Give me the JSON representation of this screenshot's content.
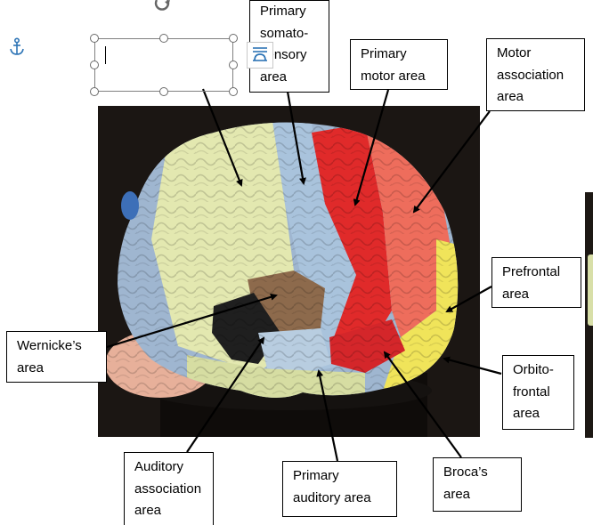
{
  "labels": {
    "somatosensory": "Primary\nsomato-\nsensory\narea",
    "motor": "Primary\nmotor area",
    "motor_assoc": "Motor\nassociation\narea",
    "prefrontal": "Prefrontal\narea",
    "orbitofrontal": "Orbito-\nfrontal\narea",
    "wernicke": "Wernicke’s\narea",
    "auditory_assoc": "Auditory\nassociation\narea",
    "auditory": "Primary\nauditory area",
    "broca": "Broca’s\narea"
  },
  "icons": {
    "anchor": "anchor-icon",
    "layout_options": "layout-options-icon",
    "rotate": "rotate-handle-icon"
  },
  "colors": {
    "somatosensory": "#e3e8b0",
    "motor": "#e02a2a",
    "motor_assoc": "#ee6d5c",
    "prefrontal": "#f0e45a",
    "wernicke": "#8d6a4c",
    "auditory_assoc": "#1e1e1e",
    "auditory": "#a9c3dc",
    "occipital": "#9fb6d0",
    "cerebellum": "#e9b29c",
    "accent": "#2e75b6"
  }
}
